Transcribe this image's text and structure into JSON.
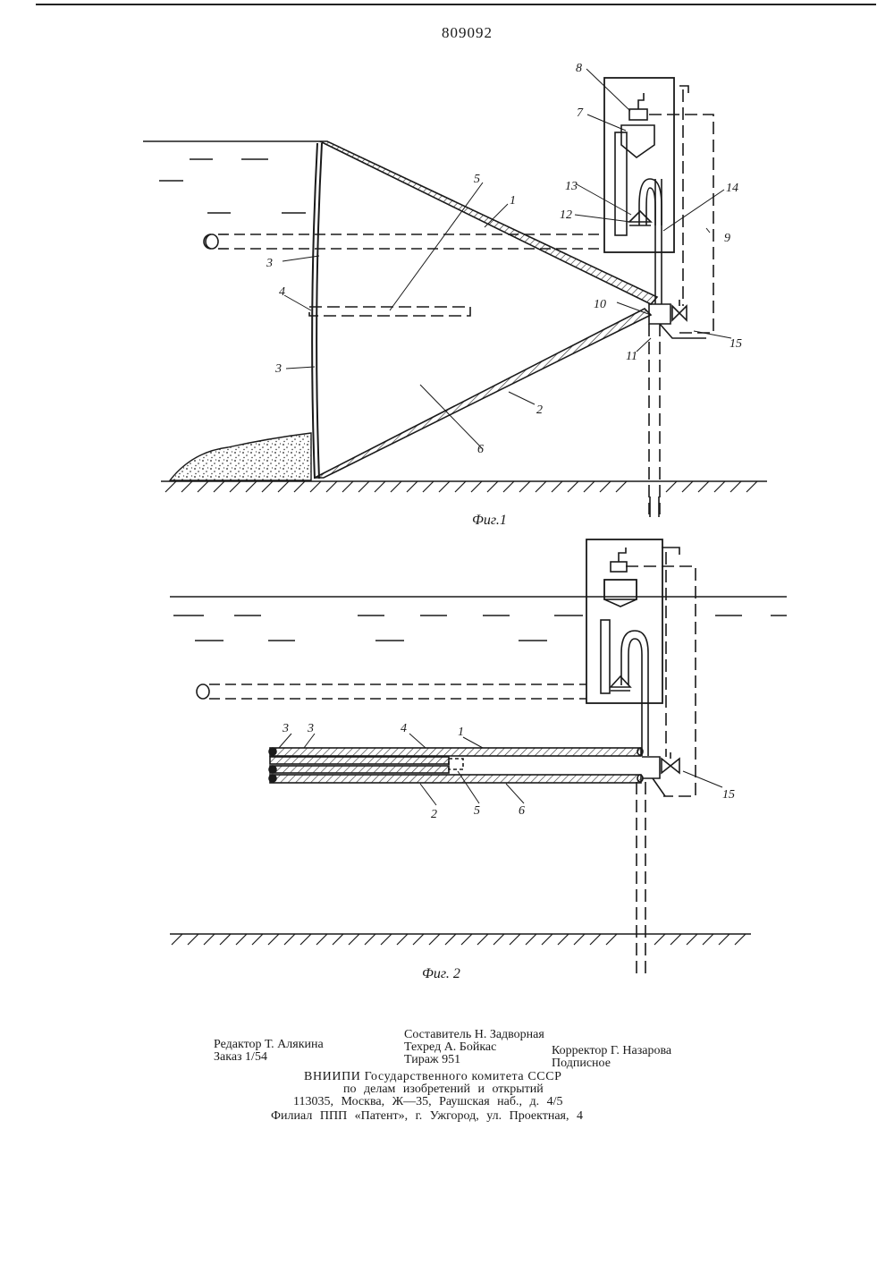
{
  "patent_number": "809092",
  "fig1": {
    "caption": "Фиг.1",
    "labels": [
      "8",
      "7",
      "13",
      "12",
      "14",
      "9",
      "5",
      "1",
      "3",
      "4",
      "10",
      "11",
      "15",
      "3",
      "2",
      "6"
    ]
  },
  "fig2": {
    "caption": "Фиг. 2",
    "labels": [
      "3",
      "3",
      "4",
      "1",
      "15",
      "2",
      "5",
      "6"
    ]
  },
  "colophon": {
    "compiler": "Составитель Н. Задворная",
    "editor": "Редактор Т. Алякина",
    "techred": "Техред А. Бойкас",
    "corrector": "Корректор Г. Назарова",
    "order": "Заказ 1/54",
    "circulation": "Тираж 951",
    "subscription": "Подписное",
    "org_line1": "ВНИИПИ Государственного комитета СССР",
    "org_line2": "по делам изобретений и открытий",
    "org_line3": "113035, Москва, Ж—35, Раушская наб., д. 4/5",
    "org_line4": "Филиал ППП «Патент», г. Ужгород, ул. Проектная, 4"
  }
}
